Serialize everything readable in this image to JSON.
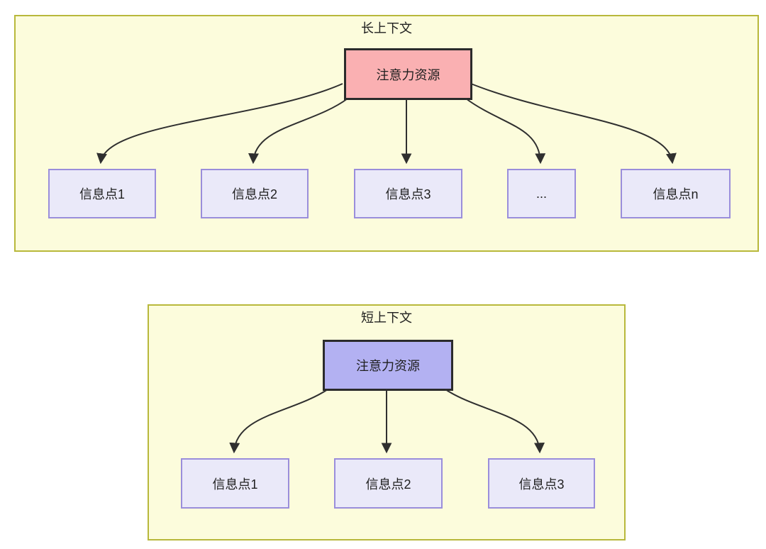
{
  "sections": [
    {
      "title": "长上下文",
      "attention_label": "注意力资源",
      "nodes": [
        "信息点1",
        "信息点2",
        "信息点3",
        "...",
        "信息点n"
      ]
    },
    {
      "title": "短上下文",
      "attention_label": "注意力资源",
      "nodes": [
        "信息点1",
        "信息点2",
        "信息点3"
      ]
    }
  ],
  "colors": {
    "page_bg": "#ffffff",
    "container_bg": "#fcfcdc",
    "container_border": "#b8b83b",
    "attention_long_fill": "#fab0b2",
    "attention_short_fill": "#b3b1f2",
    "attention_border": "#2b2b2b",
    "node_fill": "#eae9f9",
    "node_border": "#9a8edb",
    "arrow": "#2f2f2f",
    "text": "#1f1f1f"
  }
}
